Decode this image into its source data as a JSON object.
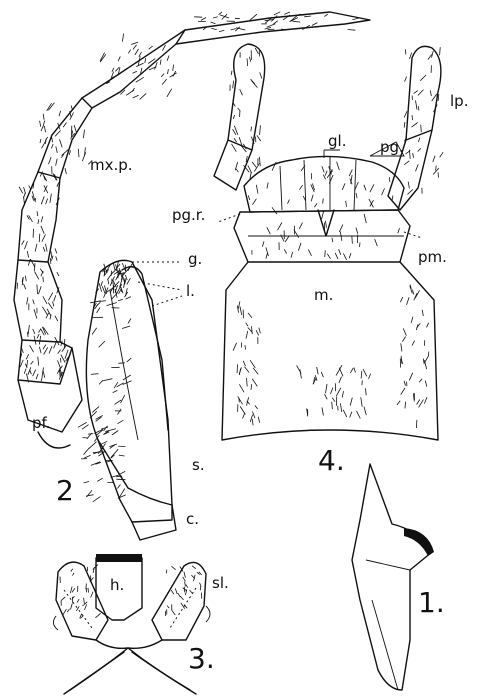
{
  "figure": {
    "labels": {
      "mxp": "mx.p.",
      "g": "g.",
      "l": "l.",
      "pf": "pf.",
      "s": "s.",
      "c": "c.",
      "gl": "gl.",
      "pg": "pg.",
      "lp": "lp.",
      "pgr": "pg.r.",
      "pm": "pm.",
      "m": "m.",
      "h": "h.",
      "sl": "sl."
    },
    "numbers": {
      "fig1": "1.",
      "fig2": "2",
      "fig3": "3.",
      "fig4": "4."
    }
  }
}
